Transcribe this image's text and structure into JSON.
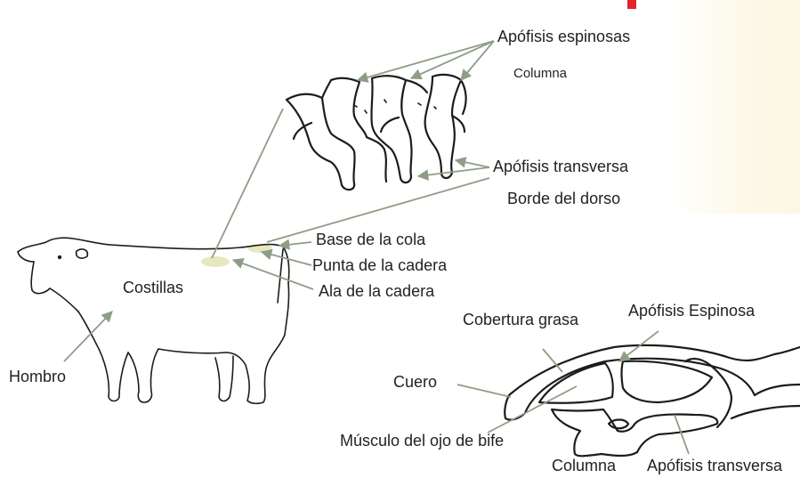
{
  "colors": {
    "ink": "#1c1c1c",
    "leader_line": "#8e9e86",
    "highlight": "#e6e6b8",
    "accent_mark": "#e3222d"
  },
  "labels": {
    "apofisis_espinosas": "Apófisis espinosas",
    "columna_top": "Columna",
    "apofisis_transversa_top": "Apófisis transversa",
    "borde_del_dorso": "Borde del dorso",
    "base_de_la_cola": "Base de la cola",
    "punta_de_la_cadera": "Punta de la cadera",
    "ala_de_la_cadera": "Ala de la cadera",
    "costillas": "Costillas",
    "hombro": "Hombro",
    "cobertura_grasa": "Cobertura grasa",
    "apofisis_espinosa": "Apófisis Espinosa",
    "cuero": "Cuero",
    "musculo_ojo_de_bife": "Músculo del ojo de bife",
    "columna_bottom": "Columna",
    "apofisis_transversa_bottom": "Apófisis transversa"
  }
}
